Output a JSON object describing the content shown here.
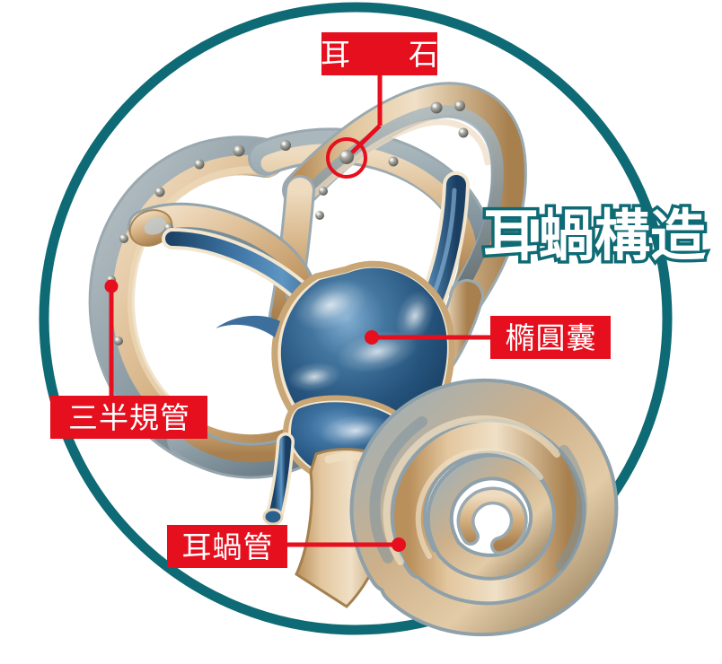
{
  "title": {
    "text": "耳蝸構造",
    "color_fill": "#ffffff",
    "color_outline": "#0e6a74"
  },
  "frame": {
    "shape": "circle",
    "color": "#0e6a74",
    "stroke_width": 11
  },
  "labels": [
    {
      "id": "otolith",
      "text": "耳　石",
      "box_color": "#e50f1e",
      "text_color": "#ffffff",
      "leader_color": "#e50f1e",
      "marker": "circle-outline"
    },
    {
      "id": "utricle",
      "text": "橢圓囊",
      "box_color": "#e50f1e",
      "text_color": "#ffffff",
      "leader_color": "#e50f1e",
      "marker": "dot"
    },
    {
      "id": "semicircular-canals",
      "text": "三半規管",
      "box_color": "#e50f1e",
      "text_color": "#ffffff",
      "leader_color": "#e50f1e",
      "marker": "dot"
    },
    {
      "id": "cochlear-duct",
      "text": "耳蝸管",
      "box_color": "#e50f1e",
      "text_color": "#ffffff",
      "leader_color": "#e50f1e",
      "marker": "dot"
    }
  ],
  "illustration": {
    "subject": "inner-ear-labyrinth",
    "bone_color": "#d8b486",
    "bone_shadow": "#a07a4c",
    "bone_highlight": "#f0dcc0",
    "lumen_blue_grey": "#8fa3ae",
    "membrane_blue": "#2b5f8e",
    "membrane_blue_dark": "#1b3f63",
    "membrane_blue_light": "#5a8cb8",
    "otolith_crystal": "#9a9a96",
    "background": "#ffffff"
  }
}
